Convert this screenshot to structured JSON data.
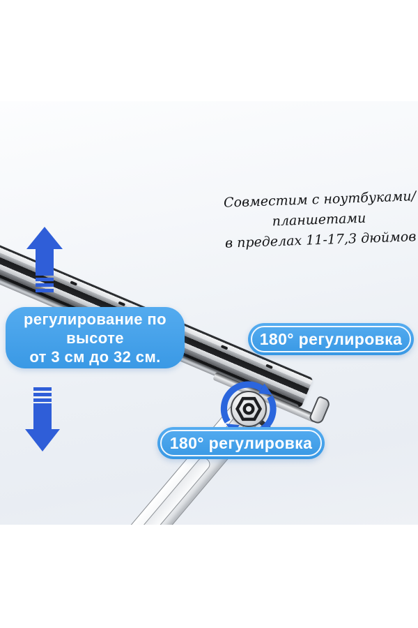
{
  "annotations": {
    "compatibility_note": {
      "lines": [
        "Совместим с ноутбуками/",
        "планшетами",
        "в пределах 11-17,3 дюймов"
      ]
    },
    "height_adjustment": {
      "lines": [
        "регулирование по",
        "высоте",
        "от 3 см до 32 см."
      ]
    },
    "rotation_top": "180° регулировка",
    "rotation_bottom": "180° регулировка"
  },
  "icons": {
    "up_arrow": "height-increase-arrow-icon",
    "down_arrow": "height-decrease-arrow-icon",
    "rotation_top": "rotation-arrows-icon",
    "rotation_bottom": "rotation-arrows-icon"
  },
  "colors": {
    "background": "#ffffff",
    "label_blue": "#41a0e8",
    "arrow_blue": "#2f5ed8",
    "rotation_blue": "#2b66dd"
  }
}
